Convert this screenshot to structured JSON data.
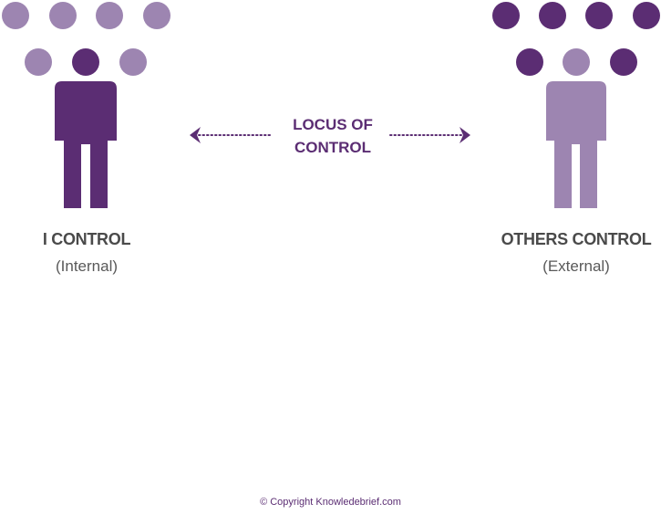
{
  "colors": {
    "dark_purple": "#5b2d73",
    "light_purple": "#9d85b1",
    "text_gray": "#4a4a4a"
  },
  "center": {
    "line1": "LOCUS OF",
    "line2": "CONTROL"
  },
  "left": {
    "heading": "I CONTROL",
    "sub": "(Internal)",
    "figure_color": "dark",
    "dot_rows": [
      [
        "light",
        "light",
        "light",
        "light"
      ],
      [
        "light",
        "dark",
        "light"
      ]
    ]
  },
  "right": {
    "heading": "OTHERS CONTROL",
    "sub": "(External)",
    "figure_color": "light",
    "dot_rows": [
      [
        "dark",
        "dark",
        "dark",
        "dark"
      ],
      [
        "dark",
        "light",
        "dark"
      ]
    ]
  },
  "footer": "© Copyright Knowledebrief.com"
}
